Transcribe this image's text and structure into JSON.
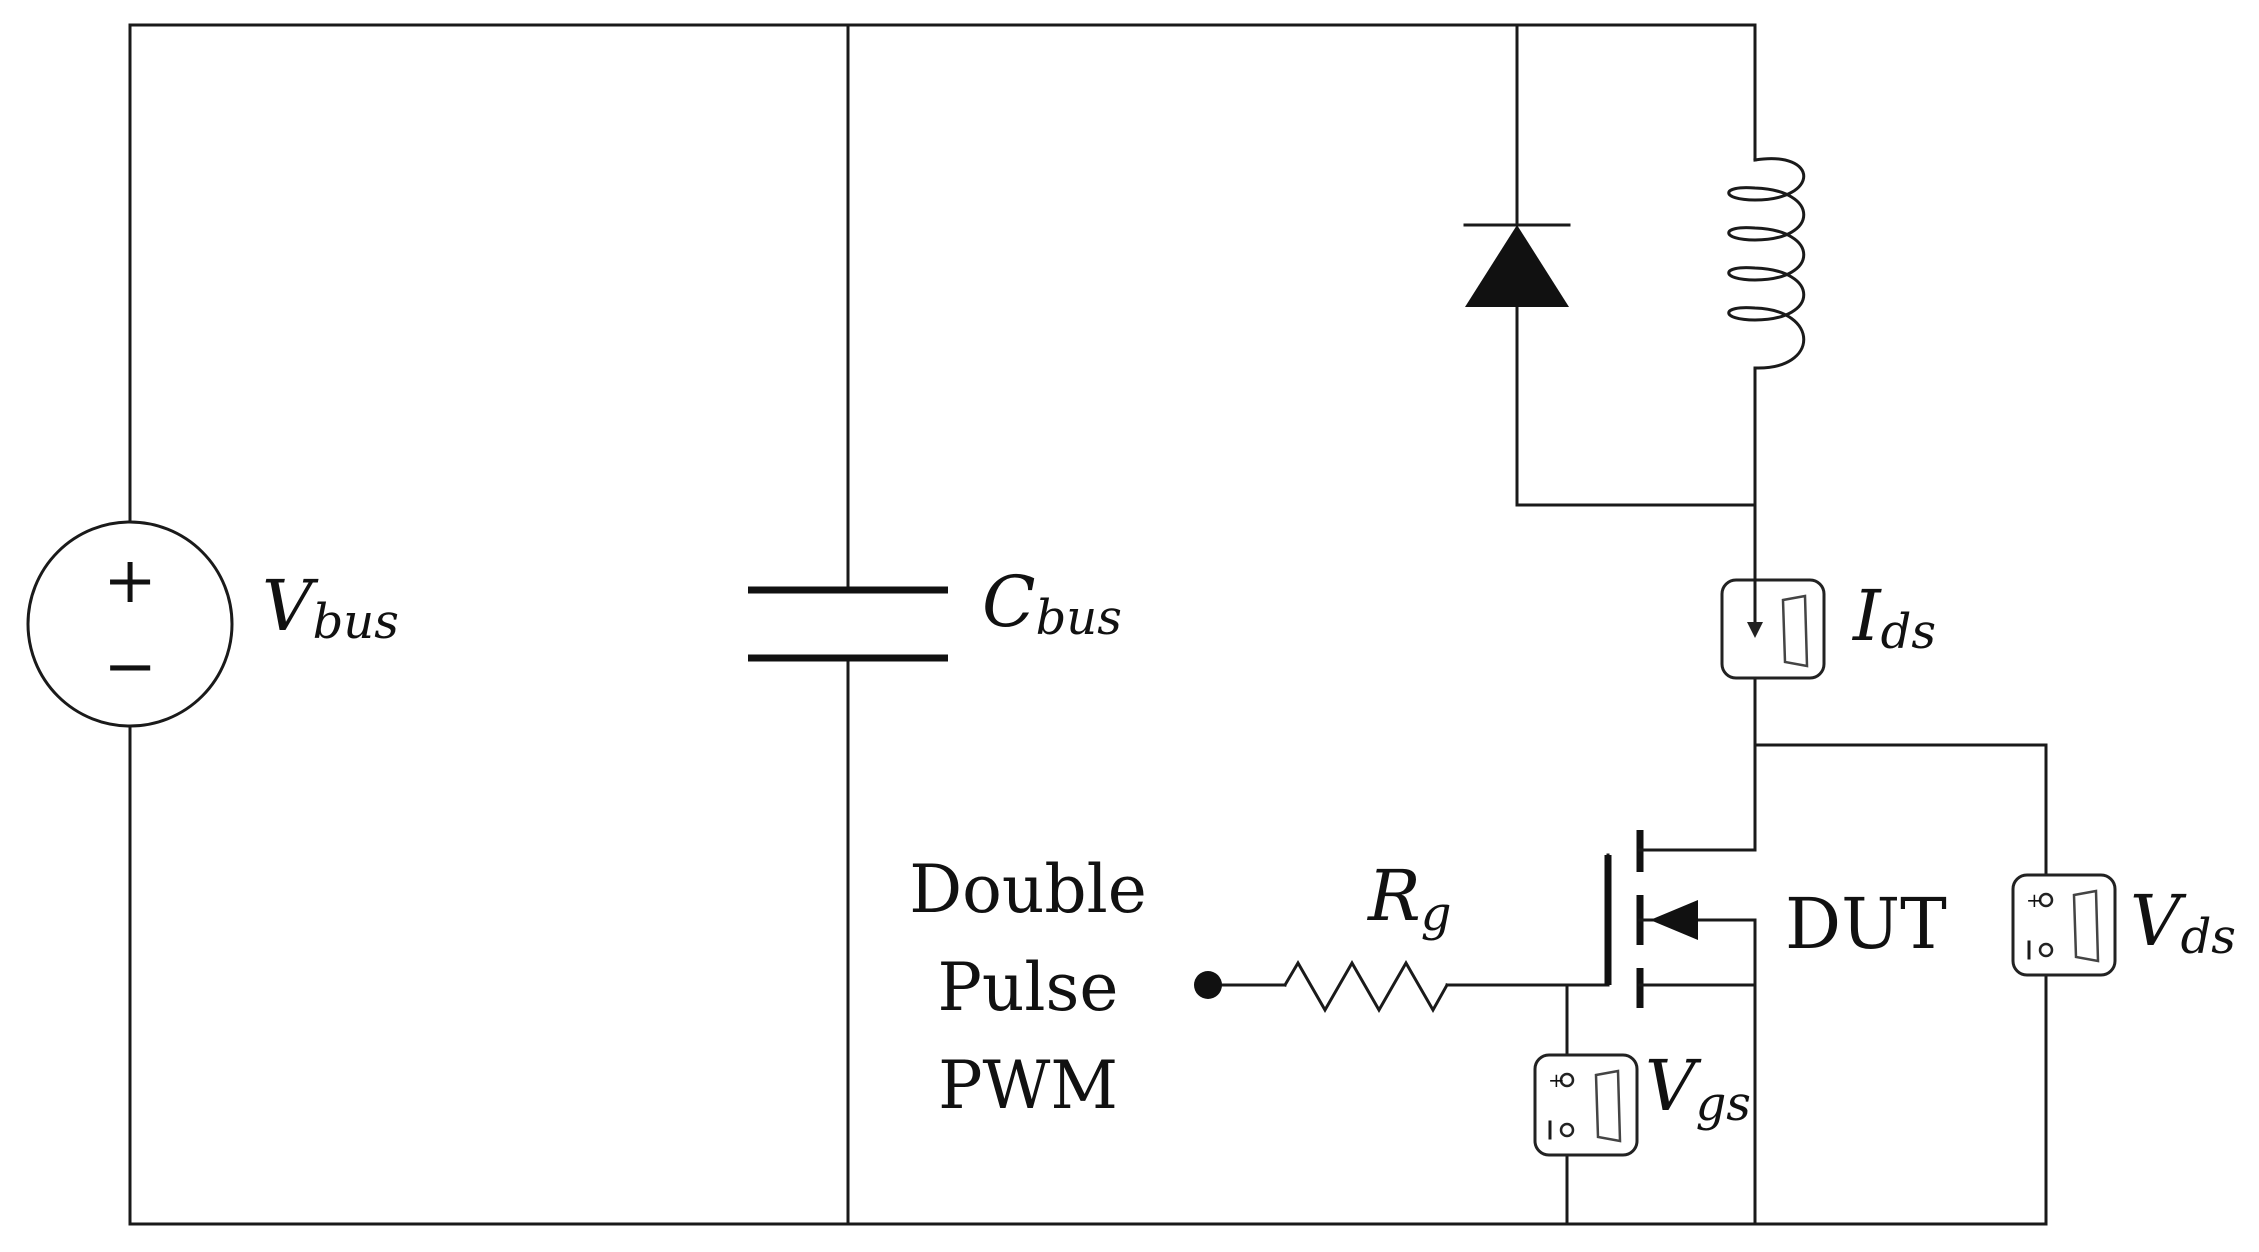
{
  "labels": {
    "vbus": {
      "main": "V",
      "sub": "bus"
    },
    "cbus": {
      "main": "C",
      "sub": "bus"
    },
    "ids": {
      "main": "I",
      "sub": "ds"
    },
    "vds": {
      "main": "V",
      "sub": "ds"
    },
    "vgs": {
      "main": "V",
      "sub": "gs"
    },
    "rg": {
      "main": "R",
      "sub": "g"
    },
    "dut": "DUT",
    "pwm_line1": "Double",
    "pwm_line2": "Pulse",
    "pwm_line3": "PWM"
  },
  "source_symbols": {
    "plus": "+",
    "minus": "−"
  },
  "colors": {
    "ink": "#1a1a1a",
    "background": "#ffffff"
  },
  "components": [
    {
      "name": "voltage-source",
      "label_ref": "vbus"
    },
    {
      "name": "capacitor",
      "label_ref": "cbus"
    },
    {
      "name": "diode",
      "label_ref": ""
    },
    {
      "name": "inductor",
      "label_ref": ""
    },
    {
      "name": "current-probe",
      "label_ref": "ids"
    },
    {
      "name": "mosfet",
      "label_ref": "dut"
    },
    {
      "name": "gate-resistor",
      "label_ref": "rg"
    },
    {
      "name": "voltage-probe-gs",
      "label_ref": "vgs"
    },
    {
      "name": "voltage-probe-ds",
      "label_ref": "vds"
    }
  ]
}
